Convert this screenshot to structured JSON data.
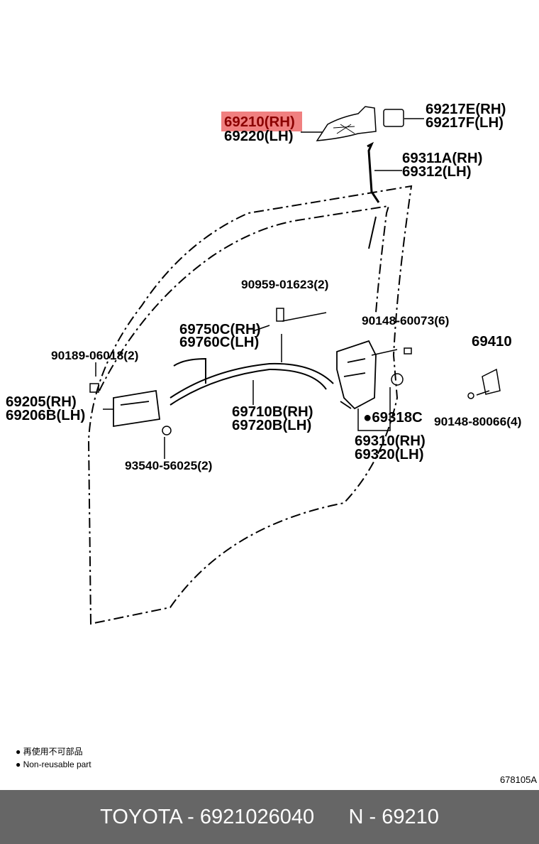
{
  "labels": {
    "p69210": "69210(RH)",
    "p69220": "69220(LH)",
    "p69217e": "69217E(RH)",
    "p69217f": "69217F(LH)",
    "p69311a": "69311A(RH)",
    "p69312": "69312(LH)",
    "p90959": "90959-01623(2)",
    "p90148_60073": "90148-60073(6)",
    "p69410": "69410",
    "p69750c": "69750C(RH)",
    "p69760c": "69760C(LH)",
    "p90189": "90189-06018(2)",
    "p69205": "69205(RH)",
    "p69206b": "69206B(LH)",
    "p69710b": "69710B(RH)",
    "p69720b": "69720B(LH)",
    "p69318c": "●69318C",
    "p90148_80066": "90148-80066(4)",
    "p69310": "69310(RH)",
    "p69320": "69320(LH)",
    "p93540": "93540-56025(2)"
  },
  "legend": {
    "jp": "● 再使用不可部品",
    "en": "● Non-reusable part"
  },
  "diagram_code": "678105A",
  "footer": {
    "brand_part": "TOYOTA - 6921026040",
    "ref": "N - 69210"
  },
  "colors": {
    "highlight": "#f08080",
    "footer_bg": "#666666"
  }
}
